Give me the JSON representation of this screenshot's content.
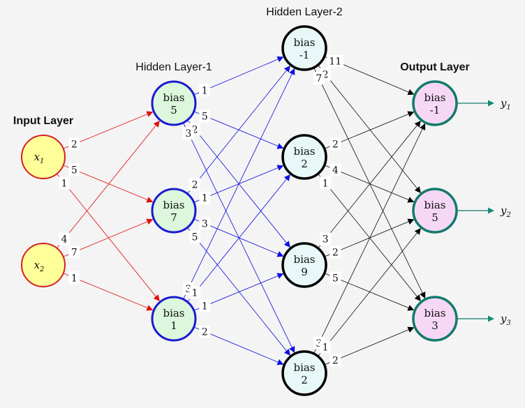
{
  "titles": {
    "input": "Input Layer",
    "hidden1": "Hidden Layer-1",
    "hidden2": "Hidden Layer-2",
    "output": "Output Layer"
  },
  "colors": {
    "input_fill": "#ffff99",
    "input_stroke": "#d62020",
    "input_edge": "#e03030",
    "h1_fill": "#dcf7dc",
    "h1_stroke": "#1a1ad0",
    "h1_edge": "#2020e0",
    "h2_fill": "#e8f8f8",
    "h2_stroke": "#000000",
    "h2_edge": "#222222",
    "out_fill": "#f6d8f6",
    "out_stroke": "#137a6a",
    "out_edge": "#107a6a"
  },
  "nodes": {
    "input": [
      {
        "id": "x1",
        "var": "x",
        "sub": "1"
      },
      {
        "id": "x2",
        "var": "x",
        "sub": "2"
      }
    ],
    "hidden1": [
      {
        "id": "h1a",
        "label": "bias",
        "value": "5"
      },
      {
        "id": "h1b",
        "label": "bias",
        "value": "7"
      },
      {
        "id": "h1c",
        "label": "bias",
        "value": "1"
      }
    ],
    "hidden2": [
      {
        "id": "h2a",
        "label": "bias",
        "value": "-1"
      },
      {
        "id": "h2b",
        "label": "bias",
        "value": "2"
      },
      {
        "id": "h2c",
        "label": "bias",
        "value": "9"
      },
      {
        "id": "h2d",
        "label": "bias",
        "value": "2"
      }
    ],
    "output": [
      {
        "id": "o1",
        "label": "bias",
        "value": "-1",
        "out_var": "y",
        "out_sub": "1"
      },
      {
        "id": "o2",
        "label": "bias",
        "value": "5",
        "out_var": "y",
        "out_sub": "2"
      },
      {
        "id": "o3",
        "label": "bias",
        "value": "3",
        "out_var": "y",
        "out_sub": "3"
      }
    ]
  },
  "weights": {
    "input_to_hidden1": [
      [
        "2",
        "5",
        "1"
      ],
      [
        "4",
        "7",
        "1"
      ]
    ],
    "hidden1_to_hidden2": [
      [
        "1",
        "5",
        "2",
        "3"
      ],
      [
        "2",
        "1",
        "3",
        "5"
      ],
      [
        "3",
        "1",
        "1",
        "2"
      ]
    ],
    "hidden2_to_output": [
      [
        "11",
        "2",
        "7"
      ],
      [
        "2",
        "4",
        "1"
      ],
      [
        "3",
        "2",
        "5"
      ],
      [
        "3",
        "1",
        "2"
      ]
    ]
  }
}
